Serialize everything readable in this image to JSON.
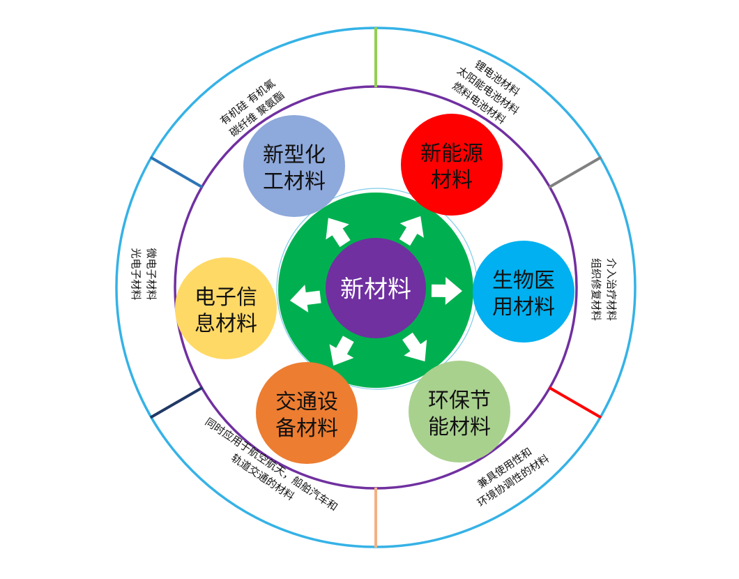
{
  "center": {
    "label": "新材料",
    "color": "#7030a0"
  },
  "hub": {
    "color": "#00b050"
  },
  "ring_colors": {
    "outer": "#35b2e6",
    "inner": "#7030a0",
    "arrows": "#ffffff"
  },
  "nodes": [
    {
      "id": "chemical",
      "lines": [
        "新型化",
        "工材料"
      ],
      "color": "#8ea9db"
    },
    {
      "id": "energy",
      "lines": [
        "新能源",
        "材料"
      ],
      "color": "#ff0000"
    },
    {
      "id": "biomedical",
      "lines": [
        "生物医",
        "用材料"
      ],
      "color": "#00b0f0"
    },
    {
      "id": "eco",
      "lines": [
        "环保节",
        "能材料"
      ],
      "color": "#a9d18e"
    },
    {
      "id": "transport",
      "lines": [
        "交通设",
        "备材料"
      ],
      "color": "#ed7d31"
    },
    {
      "id": "electronic",
      "lines": [
        "电子信",
        "息材料"
      ],
      "color": "#ffd966"
    }
  ],
  "segment_notes": [
    {
      "id": "chemical",
      "lines": [
        "有机硅 有机氟",
        "碳纤维 聚氨酯"
      ]
    },
    {
      "id": "energy",
      "lines": [
        "锂电池材料",
        "太阳能电池材料",
        "燃料电池材料"
      ]
    },
    {
      "id": "biomedical",
      "lines": [
        "介入治疗材料",
        "组织修复材料"
      ]
    },
    {
      "id": "eco",
      "lines": [
        "兼具使用性和",
        "环境协调性的材料"
      ]
    },
    {
      "id": "transport",
      "lines": [
        "同时应用于航空航天，船舶汽车和",
        "轨道交通的材料"
      ]
    },
    {
      "id": "electronic",
      "lines": [
        "微电子材料",
        "光电子材料"
      ]
    }
  ],
  "dividers": [
    {
      "id": "top",
      "color": "#92d050"
    },
    {
      "id": "upper-right",
      "color": "#808080"
    },
    {
      "id": "lower-right",
      "color": "#ff0000"
    },
    {
      "id": "bottom",
      "color": "#f4b183"
    },
    {
      "id": "lower-left",
      "color": "#203864"
    },
    {
      "id": "upper-left",
      "color": "#2e75b6"
    }
  ]
}
